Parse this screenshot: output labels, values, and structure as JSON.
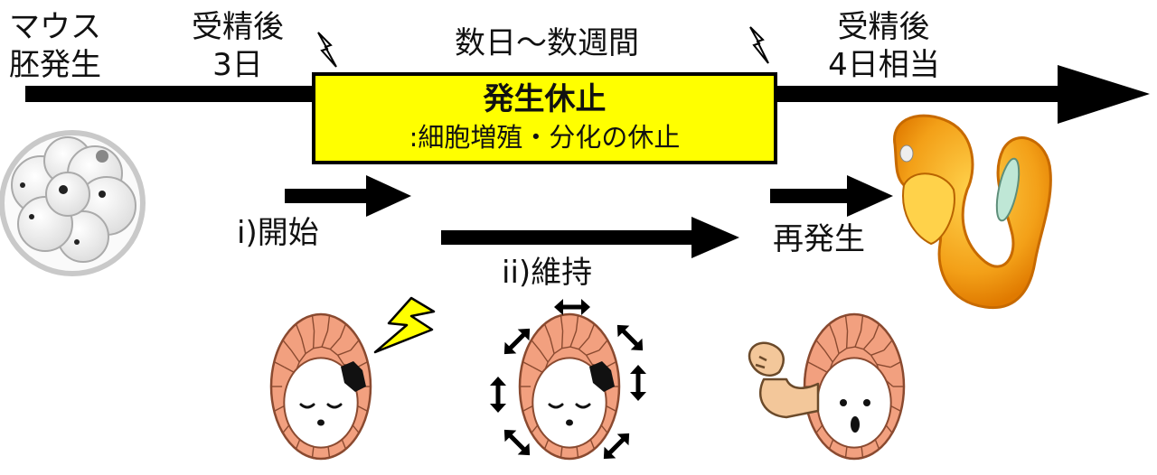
{
  "labels": {
    "mouse_embryo": [
      "マウス",
      "胚発生"
    ],
    "day3": [
      "受精後",
      "3日"
    ],
    "duration": "数日〜数週間",
    "day4": [
      "受精後",
      "4日相当"
    ],
    "diapause_title": "発生休止",
    "diapause_sub": ":細胞増殖・分化の休止",
    "start": "i)開始",
    "maintain": "ii)維持",
    "redevelop": "再発生"
  },
  "colors": {
    "box_fill": "#ffff00",
    "cell_fill": "#f2a07f",
    "cell_line": "#8a4a30",
    "bolt": "#ffff00",
    "embryo_orange": "#f29a10",
    "embryo_light": "#ffd24a",
    "arm": "#f3c79a"
  },
  "icons": [
    "lightning-bolt-icon",
    "flexed-arm-icon",
    "double-arrow-icon"
  ]
}
